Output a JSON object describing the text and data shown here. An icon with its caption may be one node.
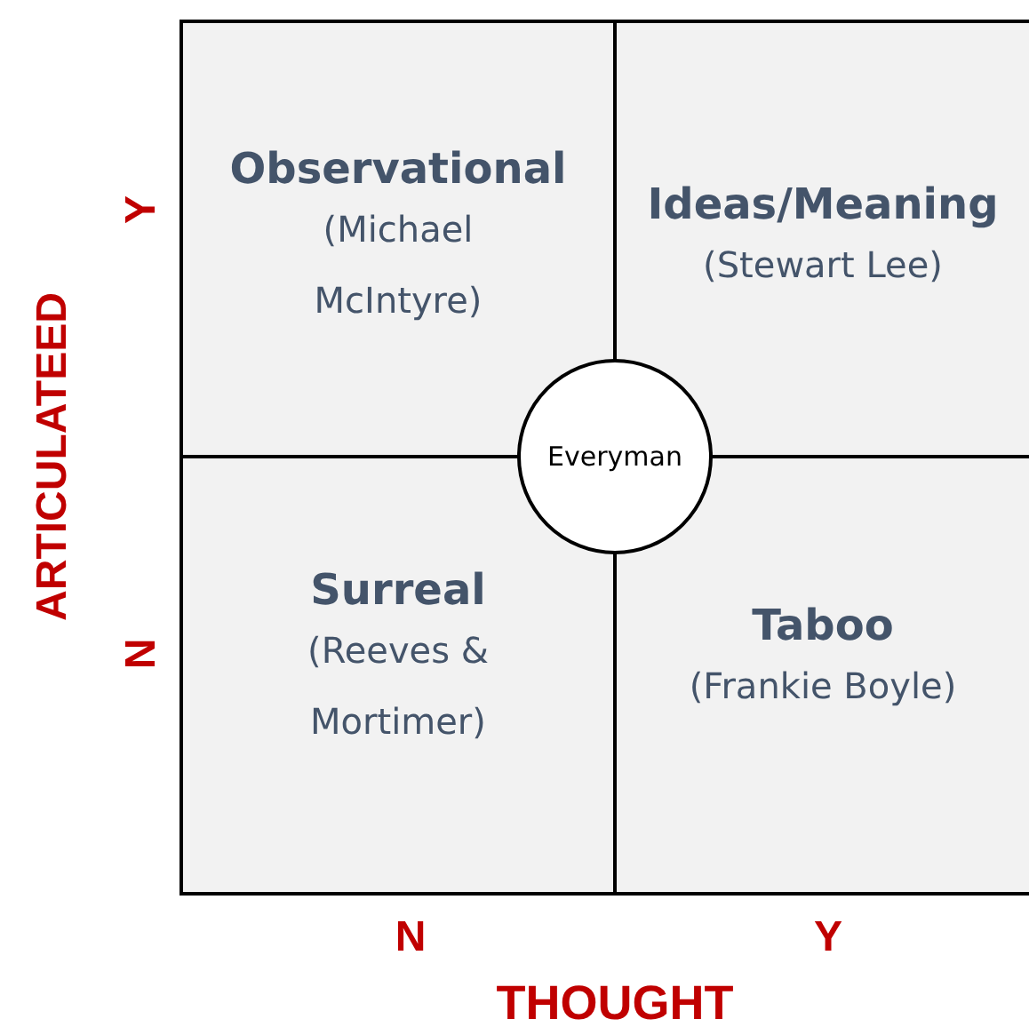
{
  "diagram": {
    "nodes": [
      {
        "text": [
          "Observational",
          "(Michael McIntyre)"
        ]
      },
      {
        "text": [
          "Ideas/Meaning",
          "(Stewart Lee)"
        ]
      },
      {
        "text": [
          "Surreal",
          "(Reeves & Mortimer)"
        ]
      },
      {
        "text": [
          "Taboo",
          "(Frankie Boyle)"
        ]
      },
      {
        "text": [
          "Everyman"
        ]
      }
    ],
    "edges": [],
    "labels": [
      "Y",
      "ARTICULATEED",
      "N",
      "N",
      "Y",
      "THOUGHT"
    ]
  }
}
